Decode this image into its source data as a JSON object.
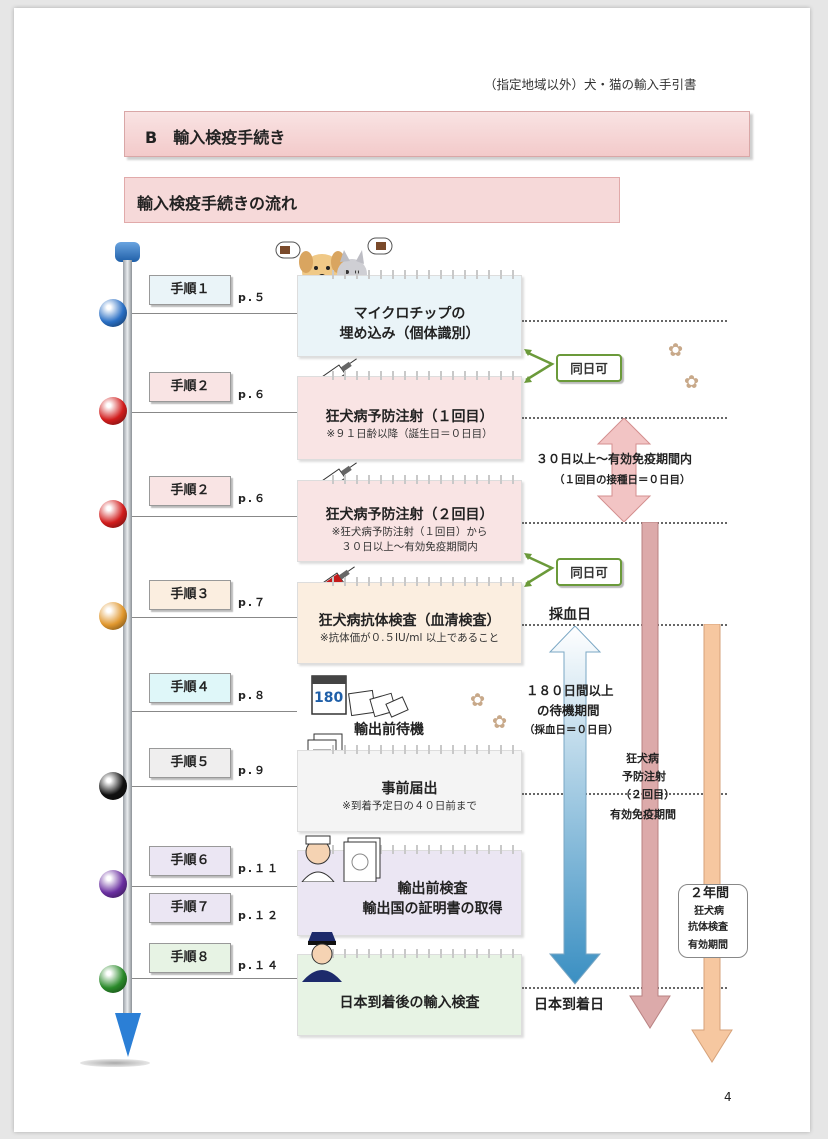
{
  "header": {
    "doc_title": "（指定地域以外）犬・猫の輸入手引書"
  },
  "section": {
    "title": "B　輸入検疫手続き",
    "subtitle": "輸入検疫手続きの流れ"
  },
  "steps": [
    {
      "label": "手順１",
      "page": "p.５",
      "color": "#eaf4f8"
    },
    {
      "label": "手順２",
      "page": "p.６",
      "color": "#f9e4e4"
    },
    {
      "label": "手順２",
      "page": "p.６",
      "color": "#f9e4e4"
    },
    {
      "label": "手順３",
      "page": "p.７",
      "color": "#fbeee0"
    },
    {
      "label": "手順４",
      "page": "p.８",
      "color": "#dff7f9"
    },
    {
      "label": "手順５",
      "page": "p.９",
      "color": "#efeeee"
    },
    {
      "label": "手順６",
      "page": "p.１１",
      "color": "#ebe6f3"
    },
    {
      "label": "手順７",
      "page": "p.１２",
      "color": "#ebe6f3"
    },
    {
      "label": "手順８",
      "page": "p.１４",
      "color": "#e7f3e4"
    }
  ],
  "cards": {
    "microchip": {
      "line1": "マイクロチップの",
      "line2": "埋め込み（個体識別）"
    },
    "vaccine1": {
      "title": "狂犬病予防注射（１回目）",
      "note": "※９１日齢以降（誕生日＝０日目）"
    },
    "vaccine2": {
      "title": "狂犬病予防注射（２回目）",
      "note1": "※狂犬病予防注射（１回目）から",
      "note2": "３０日以上～有効免疫期間内"
    },
    "antibody": {
      "title": "狂犬病抗体検査（血清検査）",
      "note": "※抗体価が０.５IU/ml 以上であること"
    },
    "waiting": {
      "title": "輸出前待機",
      "calendar": "180"
    },
    "notice": {
      "title": "事前届出",
      "note": "※到着予定日の４０日前まで"
    },
    "exam": {
      "line1": "輸出前検査",
      "line2": "輸出国の証明書の取得"
    },
    "import": {
      "title": "日本到着後の輸入検査"
    }
  },
  "annotations": {
    "same_day_1": "同日可",
    "same_day_2": "同日可",
    "interval_1": "３０日以上～有効免疫期間内",
    "interval_1_sub": "（１回目の接種日＝０日目）",
    "blood_day": "採血日",
    "wait_1": "１８０日間以上",
    "wait_2": "の待機期間",
    "wait_3": "（採血日＝０日目）",
    "vaccine_validity_1": "狂犬病",
    "vaccine_validity_2": "予防注射",
    "vaccine_validity_3": "（２回目）",
    "vaccine_validity_4": "有効免疫期間",
    "arrival": "日本到着日",
    "two_years": "２年間",
    "antibody_validity_1": "狂犬病",
    "antibody_validity_2": "抗体検査",
    "antibody_validity_3": "有効期間"
  },
  "ball_colors": [
    "#2a6fc4",
    "#d11d1d",
    "#d11d1d",
    "#e0972e",
    "#111111",
    "#6a2fa0",
    "#2a8a2a"
  ],
  "page_number": "4"
}
